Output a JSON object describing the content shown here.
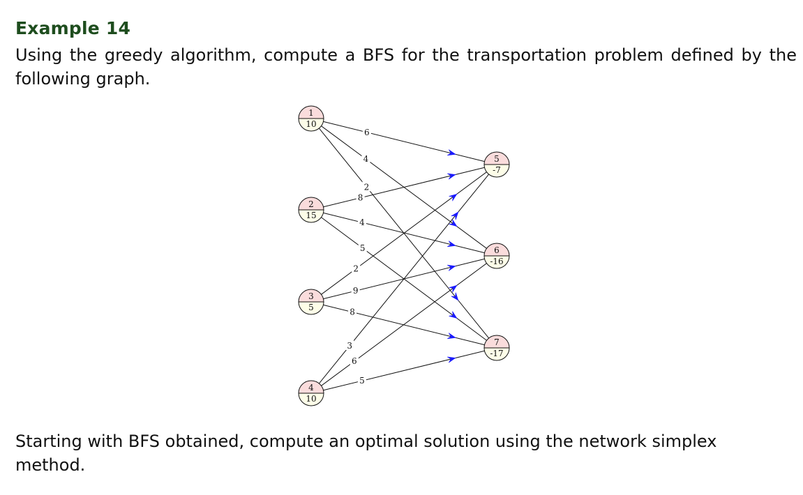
{
  "heading": "Example 14",
  "intro_text": "Using the greedy algorithm, compute a BFS for the transportation problem defined by the following graph.",
  "outro_text": "Starting with BFS obtained, compute an optimal solution using the network simplex method.",
  "colors": {
    "heading": "#1e4d1e",
    "node_top": "#fadcdc",
    "node_bottom": "#fdfde8",
    "arrow": "#1a1aff"
  },
  "graph": {
    "nodes": [
      {
        "id": "1",
        "value": "10"
      },
      {
        "id": "2",
        "value": "15"
      },
      {
        "id": "3",
        "value": "5"
      },
      {
        "id": "4",
        "value": "10"
      },
      {
        "id": "5",
        "value": "-7"
      },
      {
        "id": "6",
        "value": "-16"
      },
      {
        "id": "7",
        "value": "-17"
      }
    ],
    "edges": [
      {
        "from": "1",
        "to": "5",
        "cost": "6"
      },
      {
        "from": "1",
        "to": "6",
        "cost": "4"
      },
      {
        "from": "1",
        "to": "7",
        "cost": "2"
      },
      {
        "from": "2",
        "to": "5",
        "cost": "8"
      },
      {
        "from": "2",
        "to": "6",
        "cost": "4"
      },
      {
        "from": "2",
        "to": "7",
        "cost": "5"
      },
      {
        "from": "3",
        "to": "5",
        "cost": "2"
      },
      {
        "from": "3",
        "to": "6",
        "cost": "9"
      },
      {
        "from": "3",
        "to": "7",
        "cost": "8"
      },
      {
        "from": "4",
        "to": "5",
        "cost": "3"
      },
      {
        "from": "4",
        "to": "6",
        "cost": "6"
      },
      {
        "from": "4",
        "to": "7",
        "cost": "5"
      }
    ]
  }
}
